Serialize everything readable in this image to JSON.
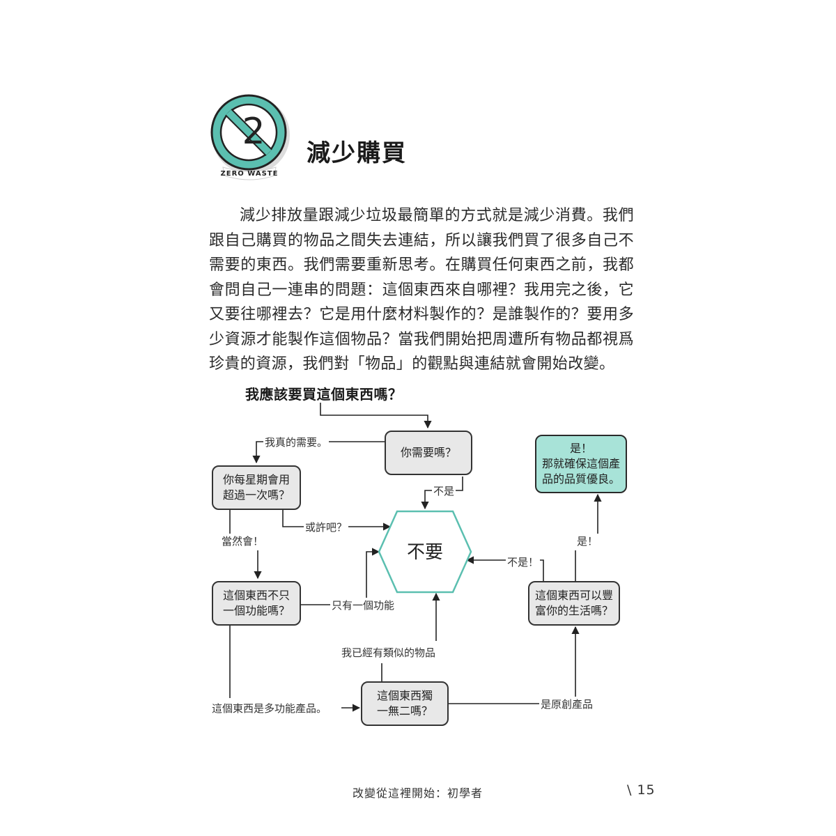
{
  "chapter": {
    "number": "2",
    "badge_text": "ZERO WASTE",
    "title": "減少購買",
    "accent_color": "#5bbfb0"
  },
  "body": {
    "paragraph": "減少排放量跟減少垃圾最簡單的方式就是減少消費。我們跟自己購買的物品之間失去連結，所以讓我們買了很多自己不需要的東西。我們需要重新思考。在購買任何東西之前，我都會問自己一連串的問題：這個東西來自哪裡？我用完之後，它又要往哪裡去？它是用什麼材料製作的？是誰製作的？要用多少資源才能製作這個物品？當我們開始把周遭所有物品都視爲珍貴的資源，我們對「物品」的觀點與連結就會開始改變。"
  },
  "flowchart": {
    "title": "我應該要買這個東西嗎？",
    "nodes": {
      "need": "你需要嗎？",
      "weekly": "你每星期會用\n超過一次嗎？",
      "multi": "這個東西不只\n一個功能嗎？",
      "unique": "這個東西獨\n一無二嗎？",
      "enrich": "這個東西可以豐\n富你的生活嗎？",
      "quality": "是！\n那就確保這個產\n品的品質優良。",
      "no": "不要"
    },
    "labels": {
      "really_need": "我真的需要。",
      "not_need": "不是",
      "maybe": "或許吧？",
      "of_course": "當然會！",
      "one_function": "只有一個功能",
      "have_similar": "我已經有類似的物品",
      "multifunction": "這個東西是多功能產品。",
      "original": "是原創產品",
      "not_enrich": "不是！",
      "yes_enrich": "是！"
    },
    "colors": {
      "node_fill": "#e8e8e8",
      "node_border": "#333333",
      "teal_fill": "#a8e3d8",
      "hex_stroke": "#5bbfb0"
    }
  },
  "footer": {
    "book_title": "改變從這裡開始：初學者",
    "page_number": "\\ 15"
  }
}
